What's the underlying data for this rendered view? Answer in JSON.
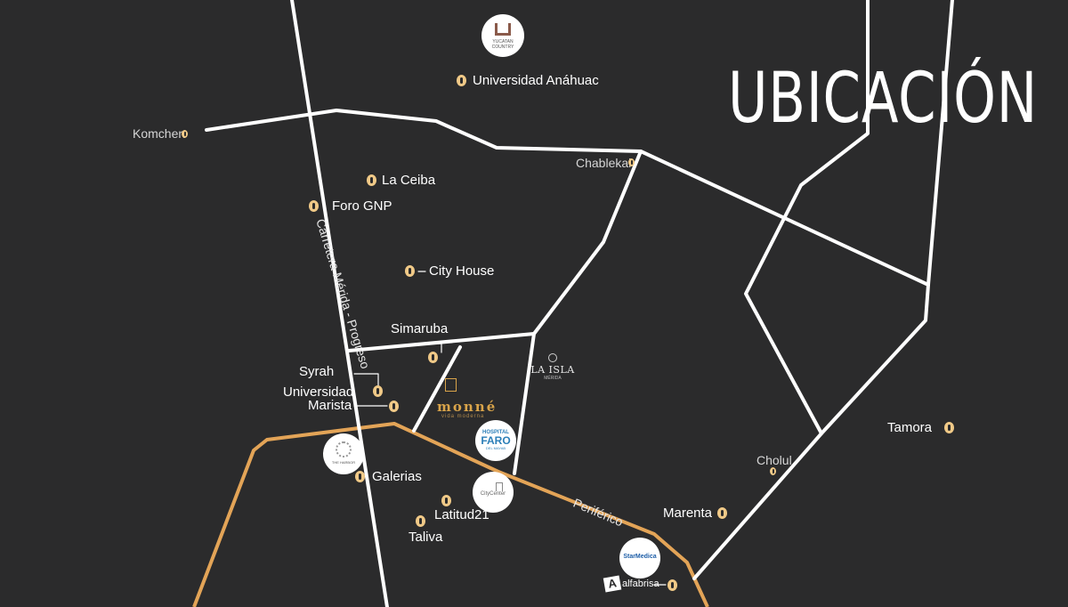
{
  "title": "UBICACIÓN",
  "colors": {
    "background": "#2b2b2c",
    "road": "#ffffff",
    "periferico": "#e3a457",
    "marker": "#f0c987",
    "brand": "#d9a44a"
  },
  "roads": {
    "carretera": "Carretera Mérida - Progreso",
    "periferico": "Periférico"
  },
  "places": {
    "universidad_anahuac": "Universidad Anáhuac",
    "komchen": "Komchen",
    "chablekal": "Chablekal",
    "la_ceiba": "La Ceiba",
    "foro_gnp": "Foro GNP",
    "city_house": "City House",
    "simaruba": "Simaruba",
    "syrah": "Syrah",
    "universidad": "Universidad",
    "marista": "Marista",
    "galerias": "Galerias",
    "latitud21": "Latitud21",
    "taliva": "Taliva",
    "cholul": "Cholul",
    "tamora": "Tamora",
    "marenta": "Marenta",
    "alfabrisa": "alfabrisa"
  },
  "logos": {
    "yucatan_country": "YUCATAN COUNTRY",
    "la_isla": "LA ISLA",
    "la_isla_sub": "MÉRIDA",
    "monne": "monné",
    "monne_sub": "vida moderna",
    "hospital": "HOSPITAL",
    "faro": "FARO",
    "faro_sub": "DEL MAYAB",
    "city_center": "CityCenter",
    "the_harbor": "THE HARBOR",
    "star_medica": "StarMedica"
  },
  "icons": [
    "location-marker-icon",
    "monne-square-icon",
    "alfabrisa-a-icon",
    "hospital-wave-icon"
  ]
}
